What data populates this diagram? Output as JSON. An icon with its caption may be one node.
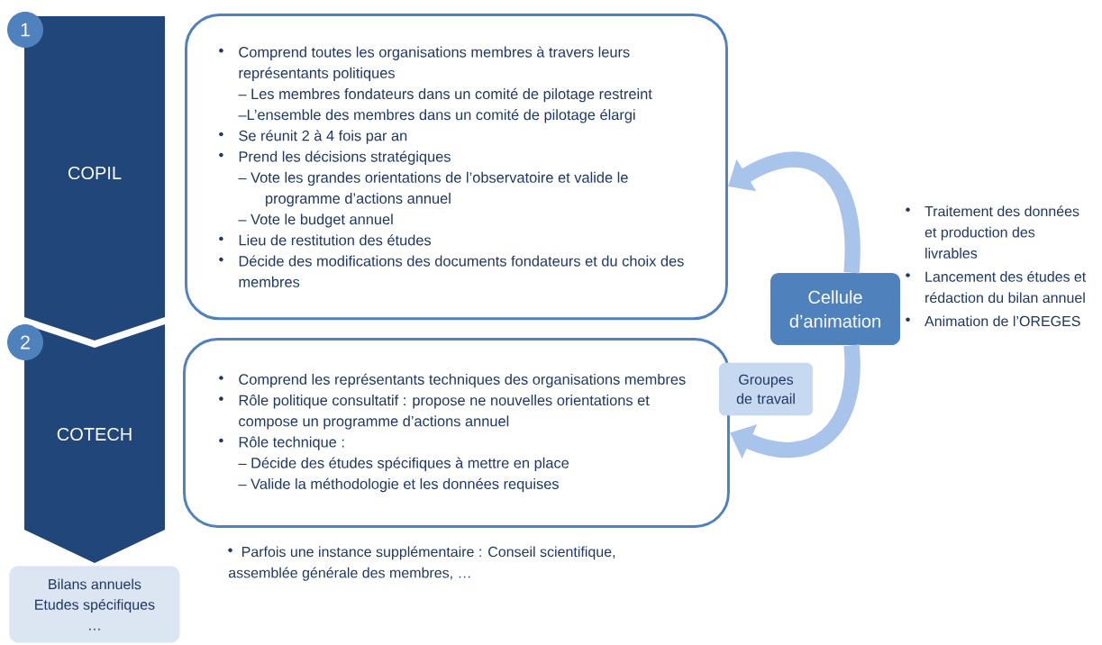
{
  "diagram": {
    "nodes": [
      {
        "text": [
          "1"
        ]
      },
      {
        "text": [
          "COPIL"
        ]
      },
      {
        "text": [
          "2"
        ]
      },
      {
        "text": [
          "COTECH"
        ]
      },
      {
        "text": [
          "Bilans annuels",
          "Etudes spécifiques",
          "…"
        ]
      },
      {
        "text": [
          "Comprend toutes les organisations membres à travers leurs représentants politiques",
          "– Les membres fondateurs dans un comité de pilotage restreint",
          "–L’ensemble des membres dans un comité de pilotage élargi",
          "Se réunit 2 à 4 fois par an",
          "Prend les décisions stratégiques",
          "– Vote les grandes orientations de l’observatoire et valide le programme d’actions annuel",
          "– Vote le budget annuel",
          "Lieu de restitution des études",
          "Décide des modifications des documents fondateurs et du choix des membres"
        ]
      },
      {
        "text": [
          "Comprend les représentants techniques des organisations membres",
          "Rôle politique consultatif : propose ne nouvelles orientations et compose un programme d’actions annuel",
          "Rôle technique :",
          "– Décide des études spécifiques à mettre en place",
          "– Valide la méthodologie et les données requises"
        ]
      },
      {
        "text": [
          "Cellule d’animation"
        ]
      },
      {
        "text": [
          "Groupes de travail"
        ]
      }
    ],
    "edges": [
      {
        "from": 7,
        "to": 5,
        "arrow": "to"
      },
      {
        "from": 7,
        "to": 6,
        "arrow": "to"
      }
    ],
    "labels": [
      "Traitement des données et production des livrables",
      "Lancement des études et rédaction du bilan annuel",
      "Animation de l’OREGES",
      "Parfois une instance supplémentaire : Conseil scientifique, assemblée générale des membres, …"
    ]
  }
}
